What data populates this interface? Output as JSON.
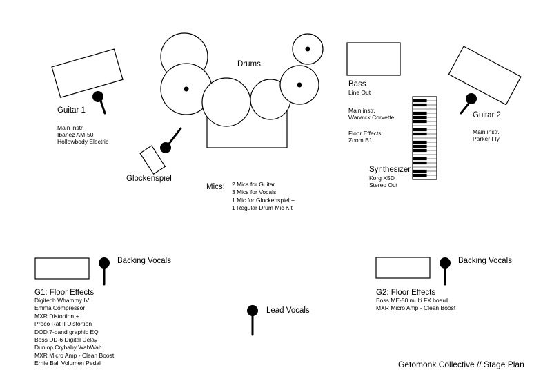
{
  "labels": {
    "drums": "Drums",
    "guitar1": "Guitar 1",
    "guitar2": "Guitar 2",
    "glockenspiel": "Glockenspiel",
    "bass": "Bass",
    "synthesizer": "Synthesizer",
    "mics": "Mics:",
    "backing_vocals_left": "Backing Vocals",
    "backing_vocals_right": "Backing Vocals",
    "lead_vocals": "Lead Vocals",
    "g1_floor_effects": "G1: Floor Effects",
    "g2_floor_effects": "G2: Floor Effects",
    "footer": "Getomonk Collective // Stage Plan"
  },
  "guitar1_info": [
    "Main instr.",
    "Ibanez AM-50",
    "Hollowbody Electric"
  ],
  "guitar2_info": [
    "Main instr.",
    "Parker Fly"
  ],
  "bass_info": {
    "line_out": "Line Out",
    "main_instr": [
      "Main instr.",
      "Warwick Corvette"
    ],
    "floor_effects": [
      "Floor Effects:",
      "Zoom B1"
    ]
  },
  "synth_info": [
    "Korg X5D",
    "Stereo Out"
  ],
  "mics_list": [
    "2 Mics for Guitar",
    "3 Mics for Vocals",
    "1 Mic for Glockenspiel +",
    "1 Regular Drum Mic Kit"
  ],
  "g1_effects": [
    "Digitech Whammy IV",
    "Emma Compressor",
    "MXR Distortion +",
    "Proco Rat II Distortion",
    "DOD 7-band graphic EQ",
    "Boss DD-6 Digital Delay",
    "Dunlop Crybaby WahWah",
    "MXR Micro Amp - Clean Boost",
    "Ernie Ball Volumen Pedal"
  ],
  "g2_effects": [
    "Boss ME-50 multi FX board",
    "MXR Micro Amp -  Clean Boost"
  ]
}
